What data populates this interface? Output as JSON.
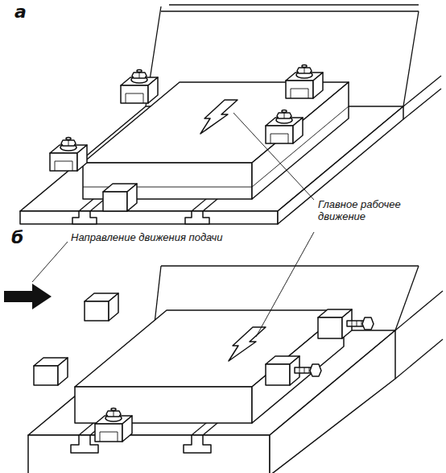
{
  "diagram": {
    "labels": [
      "а",
      "Главное рабочее движение",
      "б",
      "Направление движения подачи"
    ]
  }
}
